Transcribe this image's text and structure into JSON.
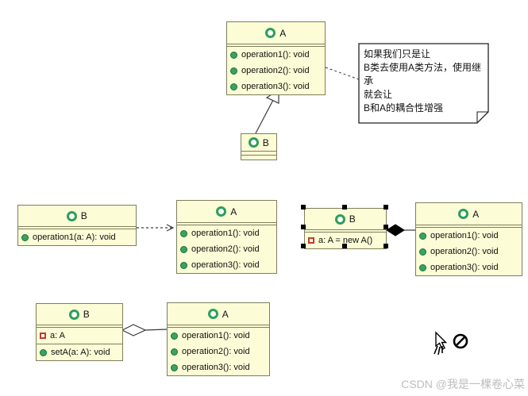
{
  "diagram": {
    "kind": "uml-class-diagram",
    "colors": {
      "class_fill": "#fcfcd6",
      "class_border": "#7e7e5e",
      "class_icon_green": "#2d9e5a",
      "public_method_green": "#3ba35f",
      "private_attr_red": "#c23b2a",
      "connector": "#3a3a3a",
      "note_fill": "#ffffff",
      "watermark_gray": "#bdbdbd"
    }
  },
  "classes": {
    "top_a": {
      "name": "A",
      "methods": [
        "operation1(): void",
        "operation2(): void",
        "operation3(): void"
      ]
    },
    "child_b": {
      "name": "B"
    },
    "dep_b": {
      "name": "B",
      "methods": [
        "operation1(a: A): void"
      ]
    },
    "dep_a": {
      "name": "A",
      "methods": [
        "operation1(): void",
        "operation2(): void",
        "operation3(): void"
      ]
    },
    "comp_b": {
      "name": "B",
      "attributes": [
        "a: A = new A()"
      ]
    },
    "comp_a": {
      "name": "A",
      "methods": [
        "operation1(): void",
        "operation2(): void",
        "operation3(): void"
      ]
    },
    "agg_b": {
      "name": "B",
      "attributes": [
        "a: A"
      ],
      "methods": [
        "setA(a: A): void"
      ]
    },
    "agg_a": {
      "name": "A",
      "methods": [
        "operation1(): void",
        "operation2(): void",
        "operation3(): void"
      ]
    }
  },
  "note": {
    "lines": [
      "如果我们只是让",
      "B类去使用A类方法，使用继承",
      "就会让",
      "B和A的耦合性增强"
    ]
  },
  "relations": {
    "inheritance": "B --|> A",
    "dependency": "B ..> A",
    "composition": "B *-- A",
    "aggregation": "B o-- A"
  },
  "watermark": {
    "text": "CSDN @我是一棵卷心菜"
  }
}
